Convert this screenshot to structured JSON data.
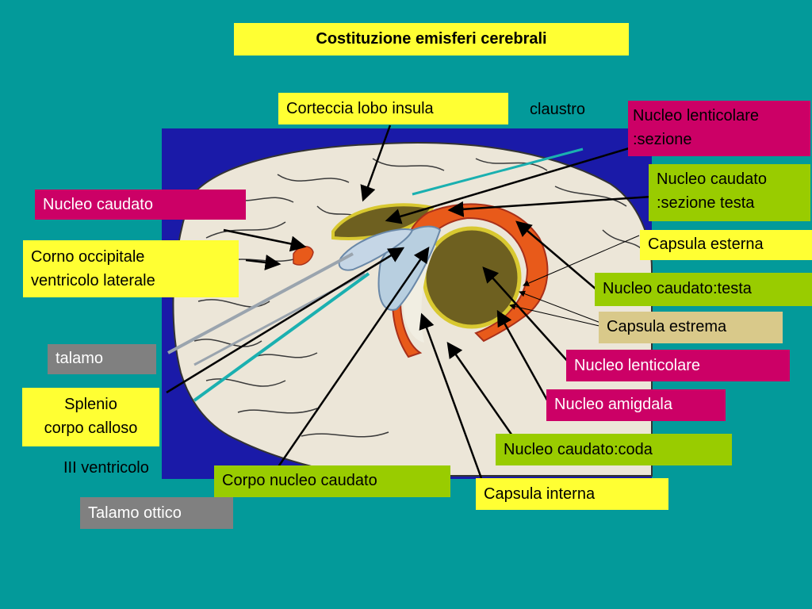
{
  "title": "Costituzione emisferi cerebrali",
  "labels": {
    "corteccia_lobo_insula": "Corteccia lobo insula",
    "claustro": "claustro",
    "nucleo_lenticolare_sezione": "Nucleo lenticolare\n:sezione",
    "nucleo_caudato_sezione_testa": "Nucleo caudato\n:sezione testa",
    "nucleo_caudato": "Nucleo caudato",
    "capsula_esterna": "Capsula esterna",
    "corno_occipitale": "Corno occipitale\nventricolo laterale",
    "nucleo_caudato_testa": "Nucleo caudato:testa",
    "capsula_estrema": "Capsula estrema",
    "talamo": "talamo",
    "nucleo_lenticolare": "Nucleo lenticolare",
    "nucleo_amigdala": "Nucleo amigdala",
    "splenio": "Splenio\ncorpo calloso",
    "nucleo_caudato_coda": "Nucleo caudato:coda",
    "iii_ventricolo": "III ventricolo",
    "corpo_nucleo_caudato": "Corpo nucleo caudato",
    "capsula_interna": "Capsula interna",
    "talamo_ottico": "Talamo ottico"
  },
  "colors": {
    "background": "#039a9a",
    "label_yellow": "#ffff33",
    "label_magenta": "#cc0066",
    "label_green": "#99cc00",
    "label_gray": "#808080",
    "label_tan": "#d9c98a",
    "photo_frame": "#1a1aa8",
    "caudate_orange": "#e85a1a",
    "lentiform_olive": "#6e6020"
  }
}
